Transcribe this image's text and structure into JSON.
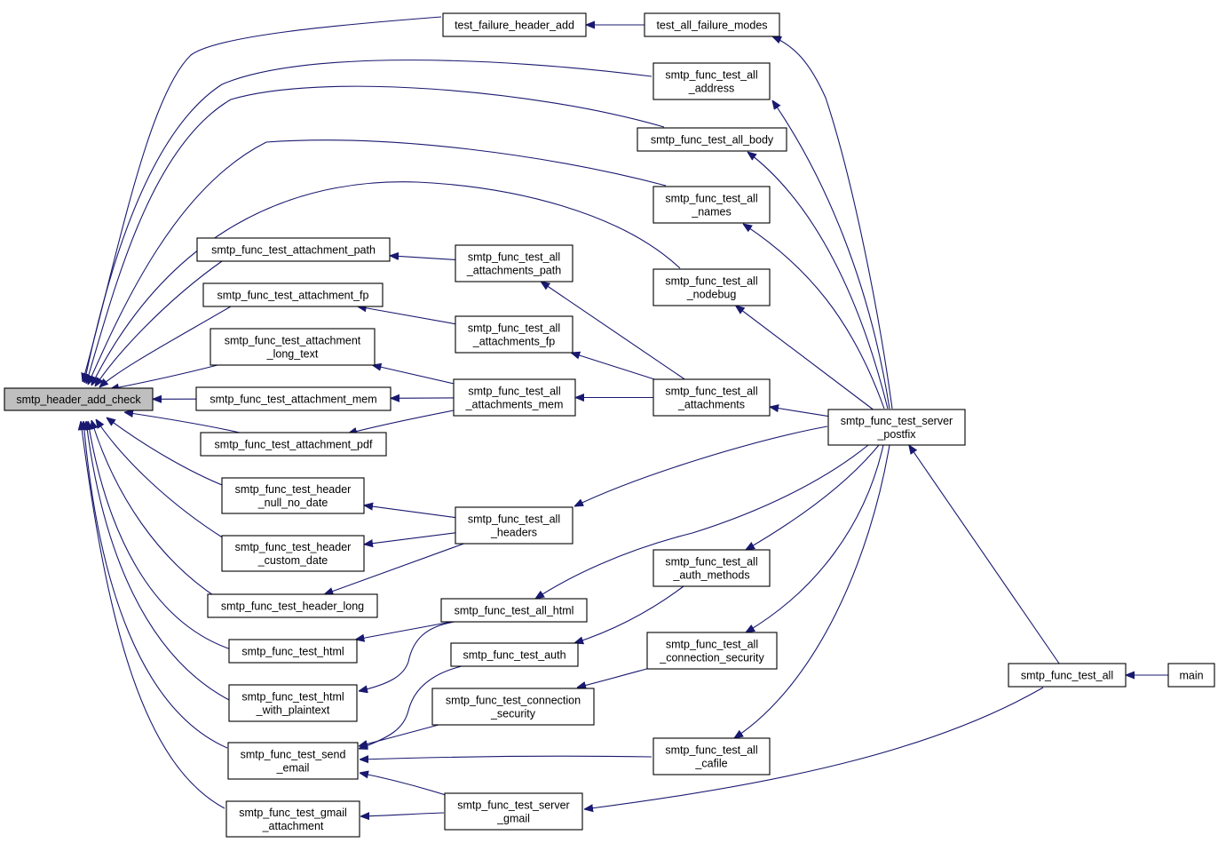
{
  "nodes": {
    "smtp_header_add_check": [
      "smtp_header_add_check"
    ],
    "test_failure_header_add": [
      "test_failure_header_add"
    ],
    "test_all_failure_modes": [
      "test_all_failure_modes"
    ],
    "smtp_func_test_all_address": [
      "smtp_func_test_all",
      "_address"
    ],
    "smtp_func_test_all_body": [
      "smtp_func_test_all_body"
    ],
    "smtp_func_test_all_names": [
      "smtp_func_test_all",
      "_names"
    ],
    "smtp_func_test_attachment_path": [
      "smtp_func_test_attachment_path"
    ],
    "smtp_func_test_all_attachments_path": [
      "smtp_func_test_all",
      "_attachments_path"
    ],
    "smtp_func_test_all_nodebug": [
      "smtp_func_test_all",
      "_nodebug"
    ],
    "smtp_func_test_attachment_fp": [
      "smtp_func_test_attachment_fp"
    ],
    "smtp_func_test_all_attachments_fp": [
      "smtp_func_test_all",
      "_attachments_fp"
    ],
    "smtp_func_test_attachment_long_text": [
      "smtp_func_test_attachment",
      "_long_text"
    ],
    "smtp_func_test_attachment_mem": [
      "smtp_func_test_attachment_mem"
    ],
    "smtp_func_test_all_attachments_mem": [
      "smtp_func_test_all",
      "_attachments_mem"
    ],
    "smtp_func_test_all_attachments": [
      "smtp_func_test_all",
      "_attachments"
    ],
    "smtp_func_test_server_postfix": [
      "smtp_func_test_server",
      "_postfix"
    ],
    "smtp_func_test_attachment_pdf": [
      "smtp_func_test_attachment_pdf"
    ],
    "smtp_func_test_header_null_no_date": [
      "smtp_func_test_header",
      "_null_no_date"
    ],
    "smtp_func_test_all_headers": [
      "smtp_func_test_all",
      "_headers"
    ],
    "smtp_func_test_header_custom_date": [
      "smtp_func_test_header",
      "_custom_date"
    ],
    "smtp_func_test_all_auth_methods": [
      "smtp_func_test_all",
      "_auth_methods"
    ],
    "smtp_func_test_header_long": [
      "smtp_func_test_header_long"
    ],
    "smtp_func_test_all_html": [
      "smtp_func_test_all_html"
    ],
    "smtp_func_test_all_connection_security": [
      "smtp_func_test_all",
      "_connection_security"
    ],
    "smtp_func_test_html": [
      "smtp_func_test_html"
    ],
    "smtp_func_test_auth": [
      "smtp_func_test_auth"
    ],
    "smtp_func_test_all": [
      "smtp_func_test_all"
    ],
    "main": [
      "main"
    ],
    "smtp_func_test_html_with_plaintext": [
      "smtp_func_test_html",
      "_with_plaintext"
    ],
    "smtp_func_test_connection_security": [
      "smtp_func_test_connection",
      "_security"
    ],
    "smtp_func_test_send_email": [
      "smtp_func_test_send",
      "_email"
    ],
    "smtp_func_test_all_cafile": [
      "smtp_func_test_all",
      "_cafile"
    ],
    "smtp_func_test_gmail_attachment": [
      "smtp_func_test_gmail",
      "_attachment"
    ],
    "smtp_func_test_server_gmail": [
      "smtp_func_test_server",
      "_gmail"
    ]
  },
  "edges": [
    [
      "test_failure_header_add",
      "smtp_header_add_check"
    ],
    [
      "smtp_func_test_all_address",
      "smtp_header_add_check"
    ],
    [
      "smtp_func_test_all_body",
      "smtp_header_add_check"
    ],
    [
      "smtp_func_test_all_names",
      "smtp_header_add_check"
    ],
    [
      "smtp_func_test_all_nodebug",
      "smtp_header_add_check"
    ],
    [
      "smtp_func_test_attachment_path",
      "smtp_header_add_check"
    ],
    [
      "smtp_func_test_attachment_fp",
      "smtp_header_add_check"
    ],
    [
      "smtp_func_test_attachment_long_text",
      "smtp_header_add_check"
    ],
    [
      "smtp_func_test_attachment_mem",
      "smtp_header_add_check"
    ],
    [
      "smtp_func_test_attachment_pdf",
      "smtp_header_add_check"
    ],
    [
      "smtp_func_test_header_null_no_date",
      "smtp_header_add_check"
    ],
    [
      "smtp_func_test_header_custom_date",
      "smtp_header_add_check"
    ],
    [
      "smtp_func_test_header_long",
      "smtp_header_add_check"
    ],
    [
      "smtp_func_test_html",
      "smtp_header_add_check"
    ],
    [
      "smtp_func_test_html_with_plaintext",
      "smtp_header_add_check"
    ],
    [
      "smtp_func_test_send_email",
      "smtp_header_add_check"
    ],
    [
      "smtp_func_test_gmail_attachment",
      "smtp_header_add_check"
    ],
    [
      "test_all_failure_modes",
      "test_failure_header_add"
    ],
    [
      "smtp_func_test_all_attachments_path",
      "smtp_func_test_attachment_path"
    ],
    [
      "smtp_func_test_all_attachments_fp",
      "smtp_func_test_attachment_fp"
    ],
    [
      "smtp_func_test_all_attachments_mem",
      "smtp_func_test_attachment_long_text"
    ],
    [
      "smtp_func_test_all_attachments_mem",
      "smtp_func_test_attachment_mem"
    ],
    [
      "smtp_func_test_all_attachments_mem",
      "smtp_func_test_attachment_pdf"
    ],
    [
      "smtp_func_test_all_attachments",
      "smtp_func_test_all_attachments_path"
    ],
    [
      "smtp_func_test_all_attachments",
      "smtp_func_test_all_attachments_fp"
    ],
    [
      "smtp_func_test_all_attachments",
      "smtp_func_test_all_attachments_mem"
    ],
    [
      "smtp_func_test_all_headers",
      "smtp_func_test_header_null_no_date"
    ],
    [
      "smtp_func_test_all_headers",
      "smtp_func_test_header_custom_date"
    ],
    [
      "smtp_func_test_all_headers",
      "smtp_func_test_header_long"
    ],
    [
      "smtp_func_test_all_html",
      "smtp_func_test_html"
    ],
    [
      "smtp_func_test_all_html",
      "smtp_func_test_html_with_plaintext"
    ],
    [
      "smtp_func_test_auth",
      "smtp_func_test_send_email"
    ],
    [
      "smtp_func_test_connection_security",
      "smtp_func_test_send_email"
    ],
    [
      "smtp_func_test_all_cafile",
      "smtp_func_test_send_email"
    ],
    [
      "smtp_func_test_server_gmail",
      "smtp_func_test_send_email"
    ],
    [
      "smtp_func_test_server_gmail",
      "smtp_func_test_gmail_attachment"
    ],
    [
      "smtp_func_test_all_auth_methods",
      "smtp_func_test_auth"
    ],
    [
      "smtp_func_test_all_connection_security",
      "smtp_func_test_connection_security"
    ],
    [
      "smtp_func_test_server_postfix",
      "test_all_failure_modes"
    ],
    [
      "smtp_func_test_server_postfix",
      "smtp_func_test_all_address"
    ],
    [
      "smtp_func_test_server_postfix",
      "smtp_func_test_all_body"
    ],
    [
      "smtp_func_test_server_postfix",
      "smtp_func_test_all_names"
    ],
    [
      "smtp_func_test_server_postfix",
      "smtp_func_test_all_nodebug"
    ],
    [
      "smtp_func_test_server_postfix",
      "smtp_func_test_all_attachments"
    ],
    [
      "smtp_func_test_server_postfix",
      "smtp_func_test_all_headers"
    ],
    [
      "smtp_func_test_server_postfix",
      "smtp_func_test_all_html"
    ],
    [
      "smtp_func_test_server_postfix",
      "smtp_func_test_all_auth_methods"
    ],
    [
      "smtp_func_test_server_postfix",
      "smtp_func_test_all_connection_security"
    ],
    [
      "smtp_func_test_server_postfix",
      "smtp_func_test_all_cafile"
    ],
    [
      "smtp_func_test_all",
      "smtp_func_test_server_postfix"
    ],
    [
      "smtp_func_test_all",
      "smtp_func_test_server_gmail"
    ],
    [
      "main",
      "smtp_func_test_all"
    ]
  ]
}
